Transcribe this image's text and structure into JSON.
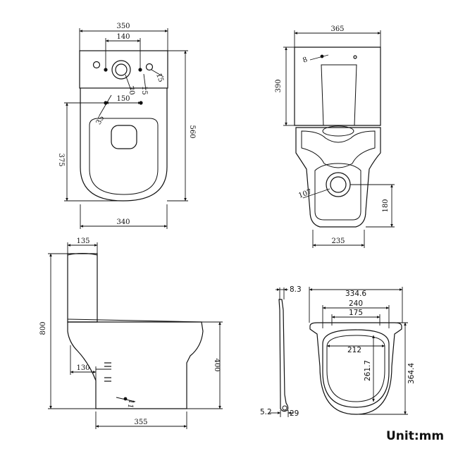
{
  "top_view": {
    "width_overall": "350",
    "inlet_spacing": "140",
    "fix_spacing": "150",
    "seat_fix_diameter": "35",
    "outlet_diameter": "70",
    "offset_small": "15",
    "hole_size": "15",
    "depth_seat": "375",
    "depth_overall": "560",
    "base_width": "340"
  },
  "front_view": {
    "tank_width": "365",
    "tank_height": "390",
    "inlet_size": "8",
    "waste_diameter": "107",
    "outlet_height": "180",
    "foot_width": "235"
  },
  "side_view": {
    "tank_depth": "135",
    "total_height": "800",
    "inlet_offset": "130",
    "seat_height": "400",
    "base_depth": "355",
    "fix_size": "11"
  },
  "seat_view": {
    "hinge_thickness": "8.3",
    "seat_width": "334.6",
    "hinge_spacing": "240",
    "hinge_inner": "175",
    "opening_width": "212",
    "opening_length": "261.7",
    "seat_length": "364.4",
    "hinge_offset": "5.2",
    "hinge_depth": "29"
  },
  "unit_label": "Unit:mm"
}
